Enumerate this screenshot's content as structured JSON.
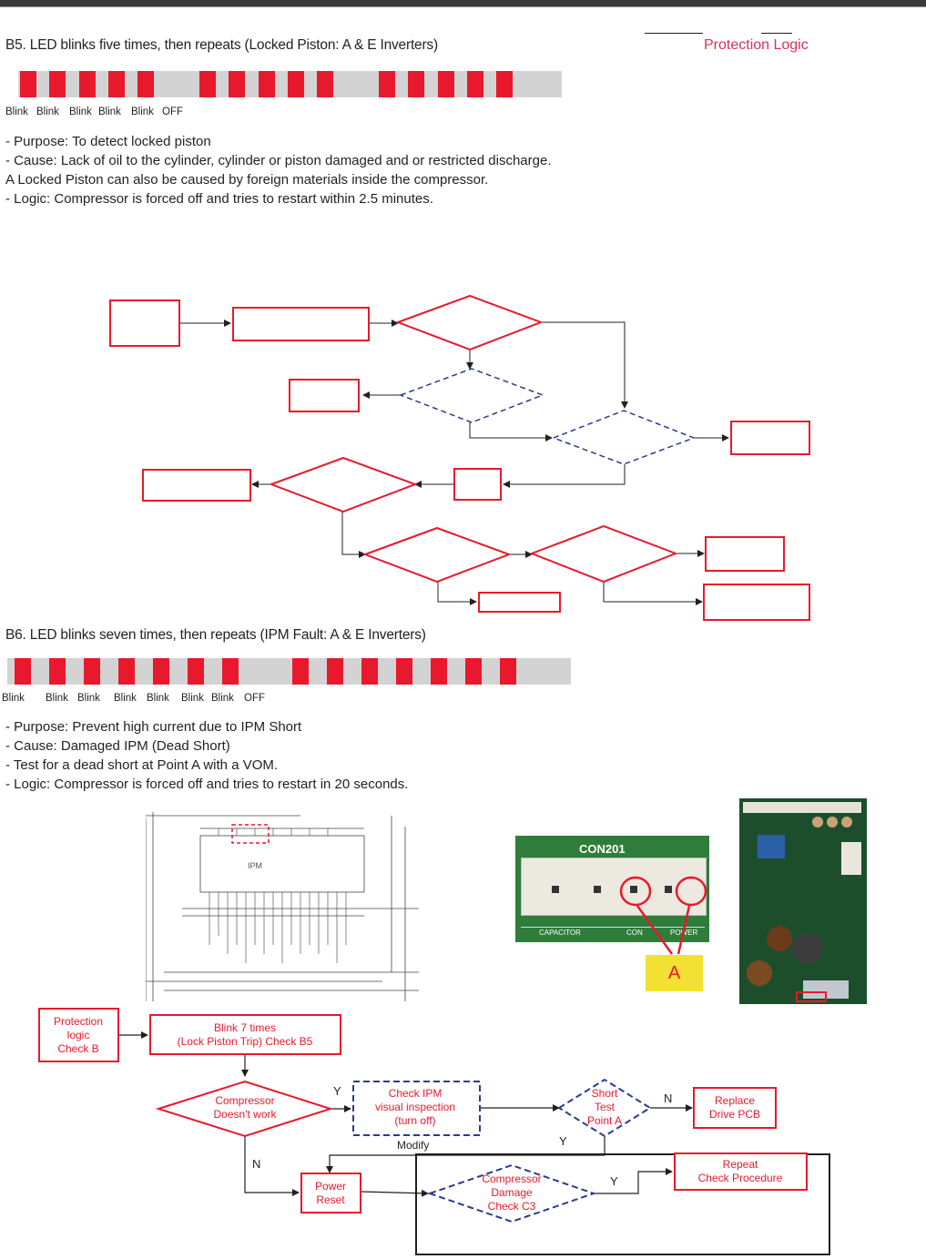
{
  "header": {
    "protection_logic": "Protection Logic"
  },
  "b5": {
    "title": "B5. LED blinks five times, then repeats (Locked Piston: A & E Inverters)",
    "blink_labels": [
      "Blink",
      "Blink",
      "Blink",
      "Blink",
      "Blink",
      "OFF"
    ],
    "bullets": [
      "-   Purpose: To detect locked piston",
      "-   Cause: Lack of oil to the cylinder, cylinder or piston damaged and or restricted discharge.",
      "     A Locked Piston can also be caused by foreign materials inside the compressor.",
      "-   Logic: Compressor is forced off and tries to restart within 2.5 minutes."
    ]
  },
  "b6": {
    "title": "B6. LED blinks seven times, then repeats (IPM Fault: A & E Inverters)",
    "blink_labels": [
      "Blink",
      "Blink",
      "Blink",
      "Blink",
      "Blink",
      "Blink",
      "Blink",
      "OFF"
    ],
    "bullets": [
      "-   Purpose: Prevent high current due to IPM Short",
      "-   Cause: Damaged IPM (Dead Short)",
      "-   Test for a dead short at     Point A    with a VOM.",
      "-   Logic: Compressor is forced off and tries to restart in 20 seconds."
    ]
  },
  "photos": {
    "schematic_chip_label": "IPM",
    "connector_label": "CON201",
    "connector_bottom_labels": [
      "CAPACITOR",
      "CON",
      "POWER"
    ],
    "point_tag": "A"
  },
  "flow2": {
    "protection": [
      "Protection",
      "logic",
      "Check B"
    ],
    "blink": [
      "Blink 7 times",
      "(Lock Piston Trip) Check B5"
    ],
    "compressor": [
      "Compressor",
      "Doesn't work"
    ],
    "check_ipm": [
      "Check IPM",
      "visual inspection",
      "(turn off)"
    ],
    "short_test": [
      "Short",
      "Test",
      "Point A"
    ],
    "replace": [
      "Replace",
      "Drive PCB"
    ],
    "power_reset": [
      "Power",
      "Reset"
    ],
    "damage": [
      "Compressor",
      "Damage",
      "Check C3"
    ],
    "repeat": [
      "Repeat",
      "Check Procedure"
    ],
    "y1": "Y",
    "n1": "N",
    "y2": "Y",
    "n2": "N",
    "y3": "Y",
    "modify": "Modify"
  },
  "colors": {
    "red": "#e8192c",
    "blue": "#2b3a8f",
    "pink": "#d6305a"
  }
}
